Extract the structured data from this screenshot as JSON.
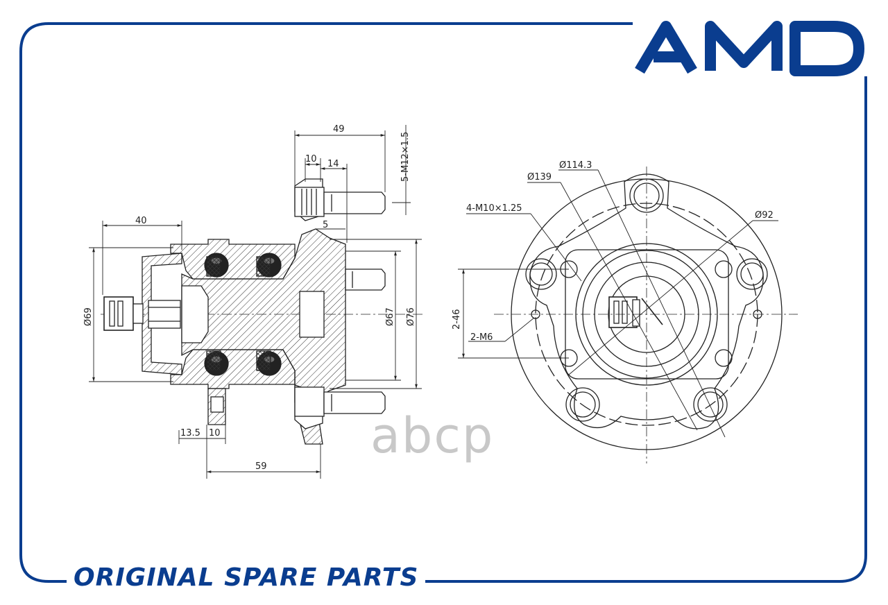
{
  "brand": {
    "logo_text": "AMD",
    "color": "#0a3d8f"
  },
  "footer": {
    "tagline": "ORIGINAL SPARE PARTS"
  },
  "watermark": {
    "text": "аbcp"
  },
  "side_view": {
    "dims": {
      "d49": "49",
      "d10_top": "10",
      "d14": "14",
      "thread_main": "5-M12×1.5",
      "d40": "40",
      "d5": "5",
      "dia69": "Ø69",
      "dia67": "Ø67",
      "dia76": "Ø76",
      "d13_5": "13.5",
      "d10_bottom": "10",
      "d59": "59"
    }
  },
  "front_view": {
    "dims": {
      "dia139": "Ø139",
      "dia114": "Ø114.3",
      "bolts": "4-M10×1.25",
      "dia92": "Ø92",
      "d2_46": "2-46",
      "holes_m6": "2-M6"
    }
  },
  "colors": {
    "frame": "#0a3d8f",
    "line": "#222222",
    "watermark": "#c8c8c8"
  }
}
